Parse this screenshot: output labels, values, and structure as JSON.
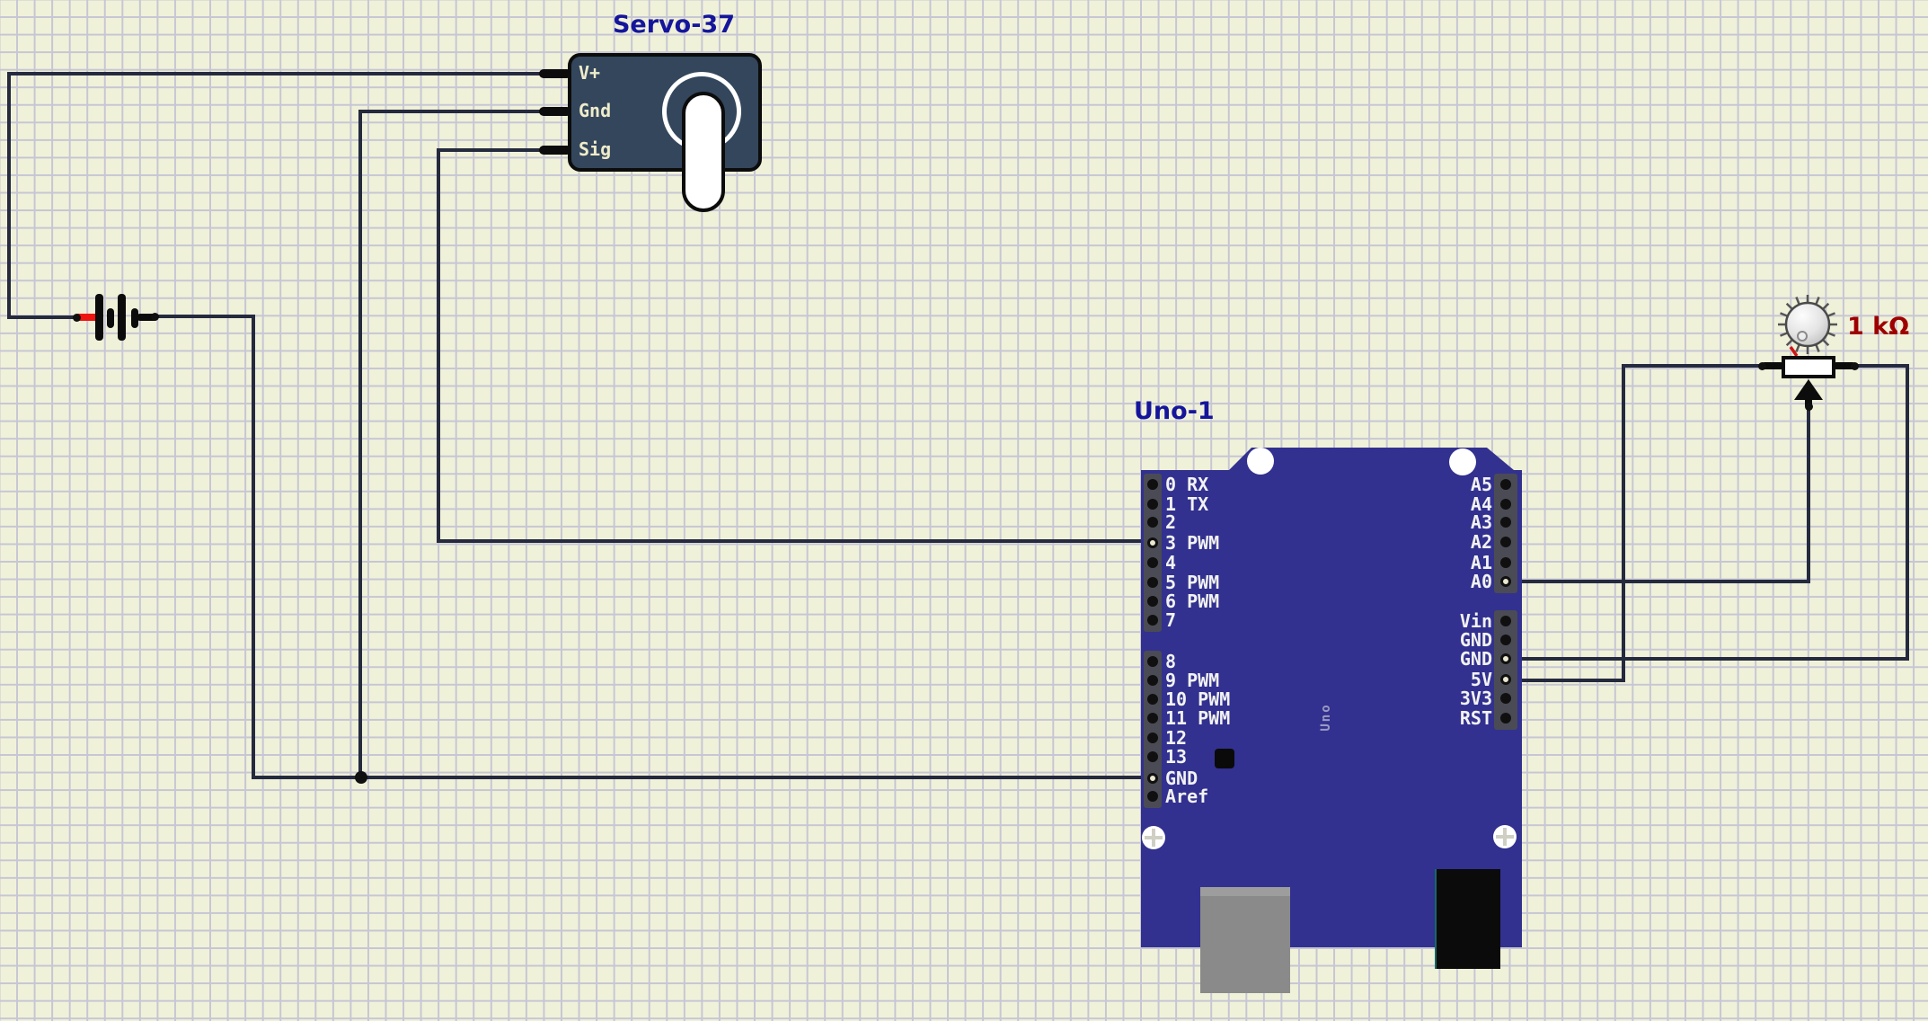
{
  "canvas": {
    "background_color": "#f0f1d9",
    "grid_line_color": "#c6c6d4",
    "wire_color": "#252a3e"
  },
  "servo": {
    "label": "Servo-37",
    "label_color": "#15159c",
    "body_color": "#33465c",
    "pins": [
      "V+",
      "Gnd",
      "Sig"
    ]
  },
  "battery": {
    "positive_terminal_color": "#ee1510"
  },
  "uno": {
    "label": "Uno-1",
    "label_color": "#15159c",
    "board_color": "#32318f",
    "board_text": "Uno",
    "left_pins": [
      "0 RX",
      "1 TX",
      "2",
      "3 PWM",
      "4",
      "5 PWM",
      "6 PWM",
      "7",
      "8",
      "9 PWM",
      "10 PWM",
      "11 PWM",
      "12",
      "13",
      "GND",
      "Aref"
    ],
    "right_pins": [
      "A5",
      "A4",
      "A3",
      "A2",
      "A1",
      "A0",
      "Vin",
      "GND",
      "GND",
      "5V",
      "3V3",
      "RST"
    ]
  },
  "potentiometer": {
    "label": "1 kΩ",
    "label_color": "#9e0000"
  }
}
